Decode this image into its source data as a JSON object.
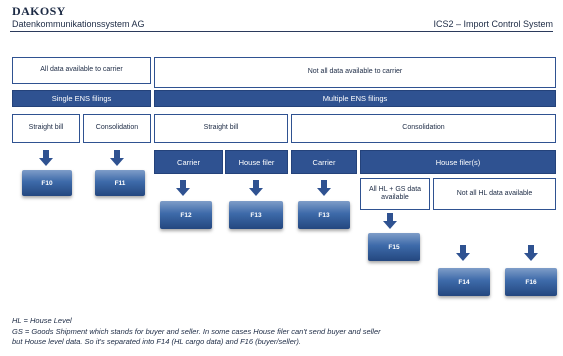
{
  "header": {
    "brand": "DAKOSY",
    "company": "Datenkommunikationssystem AG",
    "system": "ICS2 – Import Control System"
  },
  "diagram": {
    "top_left": "All data available to carrier",
    "top_right": "Not all data available to carrier",
    "single_bar": "Single ENS filings",
    "multiple_bar": "Multiple ENS filings",
    "straight_bill_1": "Straight bill",
    "consolidation_1": "Consolidation",
    "straight_bill_2": "Straight bill",
    "consolidation_2": "Consolidation",
    "carrier_1": "Carrier",
    "house_filer": "House filer",
    "carrier_2": "Carrier",
    "house_filers": "House filer(s)",
    "hl_gs_available": "All HL + GS data available",
    "not_all_hl": "Not all HL data available",
    "forms": {
      "f10": "F10",
      "f11": "F11",
      "f12": "F12",
      "f13": "F13",
      "f13b": "F13",
      "f15": "F15",
      "f14": "F14",
      "f16": "F16"
    }
  },
  "footer": {
    "line1": "HL = House Level",
    "line2": "GS = Goods Shipment which stands for buyer and seller. In some cases House filer can't send buyer and seller",
    "line3": "but House level data. So it's separated into F14 (HL cargo data) and F16 (buyer/seller)."
  },
  "colors": {
    "accent": "#2f5291",
    "form_dark": "#24477f",
    "form_light": "#7f9dc8"
  }
}
